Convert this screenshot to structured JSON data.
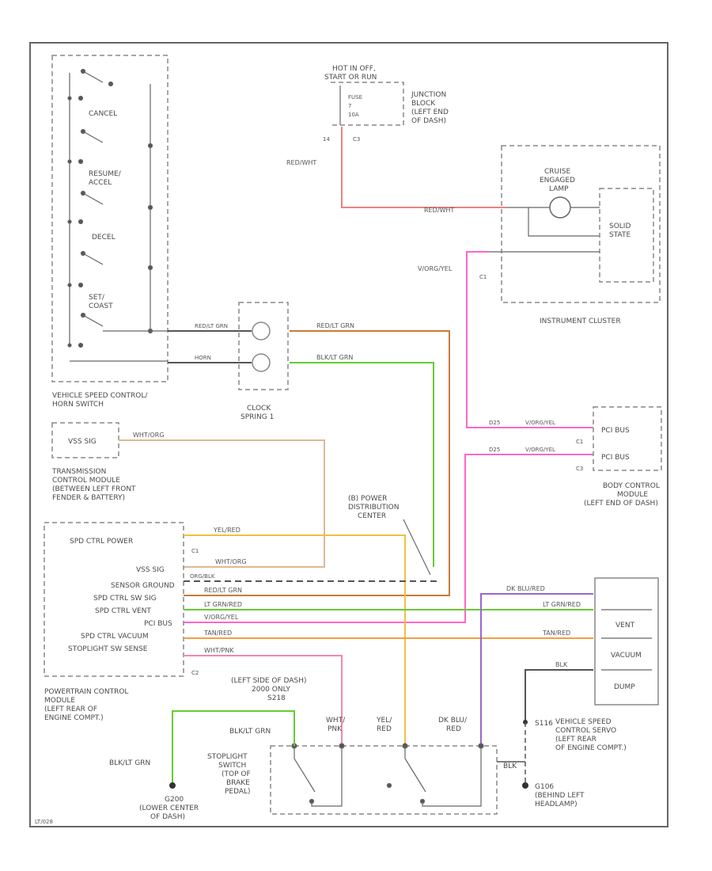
{
  "labels": {
    "hot_at_all": "HOT IN OFF,",
    "start_or_run": "START OR RUN",
    "fuse": "FUSE",
    "fuse_num": "7",
    "fuse_amp": "10A",
    "junction_block_1": "JUNCTION",
    "junction_block_2": "BLOCK",
    "junction_block_3": "(LEFT END",
    "junction_block_4": "OF DASH)",
    "pin_14": "14",
    "conn_c3": "C3",
    "cruise_1": "CRUISE",
    "cruise_2": "ENGAGED",
    "cruise_3": "LAMP",
    "solid_state_1": "SOLID",
    "solid_state_2": "STATE",
    "conn_c1_cluster": "C1",
    "instrument_cluster": "INSTRUMENT CLUSTER",
    "cancel": "CANCEL",
    "resume_1": "RESUME/",
    "resume_2": "ACCEL",
    "decel": "DECEL",
    "set_1": "SET/",
    "set_2": "COAST",
    "vsc_switch_1": "VEHICLE SPEED CONTROL/",
    "vsc_switch_2": "HORN SWITCH",
    "clock_spring_1": "CLOCK",
    "clock_spring_2": "SPRING 1",
    "vss_sig": "VSS SIG",
    "tcm_1": "TRANSMISSION",
    "tcm_2": "CONTROL MODULE",
    "tcm_3": "(BETWEEN LEFT FRONT",
    "tcm_4": "FENDER & BATTERY)",
    "pci_bus_1": "PCI BUS",
    "pci_bus_2": "PCI BUS",
    "conn_c1_bcm": "C1",
    "conn_c3_bcm": "C3",
    "bcm_1": "BODY CONTROL",
    "bcm_2": "MODULE",
    "bcm_3": "(LEFT END OF DASH)",
    "pdc_1": "(B) POWER",
    "pdc_2": "DISTRIBUTION",
    "pdc_3": "CENTER",
    "pcm_pins": [
      "SPD CTRL POWER",
      "VSS SIG",
      "SENSOR GROUND",
      "SPD CTRL SW SIG",
      "SPD CTRL VENT",
      "PCI BUS",
      "SPD CTRL VACUUM",
      "STOPLIGHT SW SENSE"
    ],
    "conn_c1_pcm": "C1",
    "conn_c2_pcm": "C2",
    "pcm_1": "POWERTRAIN CONTROL",
    "pcm_2": "MODULE",
    "pcm_3": "(LEFT REAR OF",
    "pcm_4": "ENGINE COMPT.)",
    "vent": "VENT",
    "vacuum": "VACUUM",
    "dump": "DUMP",
    "servo_1": "VEHICLE SPEED",
    "servo_2": "CONTROL SERVO",
    "servo_3": "(LEFT REAR",
    "servo_4": "OF ENGINE COMPT.)",
    "s116": "S116",
    "s208_note_1": "(LEFT SIDE OF DASH)",
    "s208_note_2": "2000 ONLY",
    "s208_note_3": "S218",
    "blk_lt_grn_top": "BLK/LT GRN",
    "blk_lt_grn_left": "BLK/LT GRN",
    "wht_pnk_1": "WHT/",
    "wht_pnk_2": "PNK",
    "yel_red_1": "YEL/",
    "yel_red_2": "RED",
    "dk_blu_1": "DK BLU/",
    "dk_blu_2": "RED",
    "stoplight_1": "STOPLIGHT",
    "stoplight_2": "SWITCH",
    "stoplight_3": "(TOP OF",
    "stoplight_4": "BRAKE",
    "stoplight_5": "PEDAL)",
    "blk_servo": "BLK",
    "g200_1": "G200",
    "g200_2": "(LOWER CENTER",
    "g200_3": "OF DASH)",
    "g106_1": "G106",
    "g106_2": "(BEHIND LEFT",
    "g106_3": "HEADLAMP)",
    "footer": "LT/028"
  },
  "wires": {
    "red_wht_vert": "RED/WHT",
    "red_wht_horiz": "RED/WHT",
    "v_org_yel": "V/ORG/YEL",
    "red_blk_grn": "RED/LT GRN",
    "blk_lt_grn": "BLK/LT GRN",
    "horn": "HORN",
    "wht_org": "WHT/ORG",
    "pci_dash": "D25",
    "pci_color": "V/ORG/YEL",
    "yel_red_k29": "YEL/RED",
    "wht_org_k7": "WHT/ORG",
    "org_blk_k32": "ORG/BLK",
    "red_lt_grn_v37": "RED/LT GRN",
    "lt_grn_red_v36": "LT GRN/RED",
    "v_org_yel_d25": "V/ORG/YEL",
    "tan_red_v35": "TAN/RED",
    "wht_pnk_k29": "WHT/PNK",
    "dk_blu_red": "DK BLU/RED",
    "lt_grn_red_servo": "LT GRN/RED",
    "tan_red_servo": "TAN/RED",
    "blk_servo": "BLK"
  },
  "colors": {
    "red": "#f08080",
    "pink": "#ff66cc",
    "brown": "#c87a3a",
    "green": "#66cc33",
    "tan": "#e0b890",
    "orange": "#f0a040",
    "yellow": "#f0c040",
    "purple": "#9966cc",
    "gray": "#777777",
    "pinkish": "#f08aaa"
  }
}
